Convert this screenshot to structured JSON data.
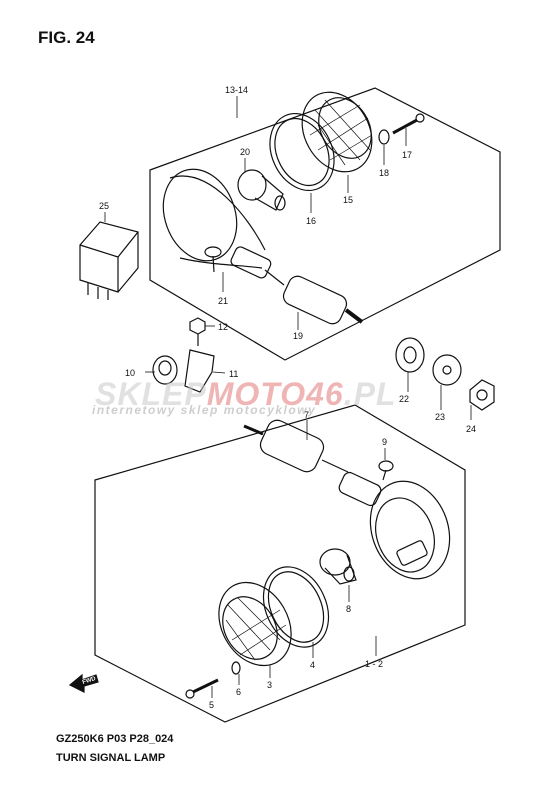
{
  "figure": {
    "title": "FIG. 24",
    "code": "GZ250K6 P03 P28_024",
    "caption": "TURN SIGNAL LAMP"
  },
  "watermark": {
    "brand_a": "SKLEP",
    "brand_b": "MOTO46",
    "brand_c": ".PL",
    "tagline": "internetowy sklep motocyklowy"
  },
  "direction_mark": "FWD",
  "callouts": {
    "c13_14": "13-14",
    "c17": "17",
    "c18": "18",
    "c15": "15",
    "c16": "16",
    "c20": "20",
    "c25": "25",
    "c21": "21",
    "c19": "19",
    "c12": "12",
    "c10": "10",
    "c11": "11",
    "c22": "22",
    "c23": "23",
    "c24": "24",
    "c7": "7",
    "c9": "9",
    "c8": "8",
    "c4": "4",
    "c3": "3",
    "c6": "6",
    "c5": "5",
    "c1_2": "1 - 2"
  }
}
